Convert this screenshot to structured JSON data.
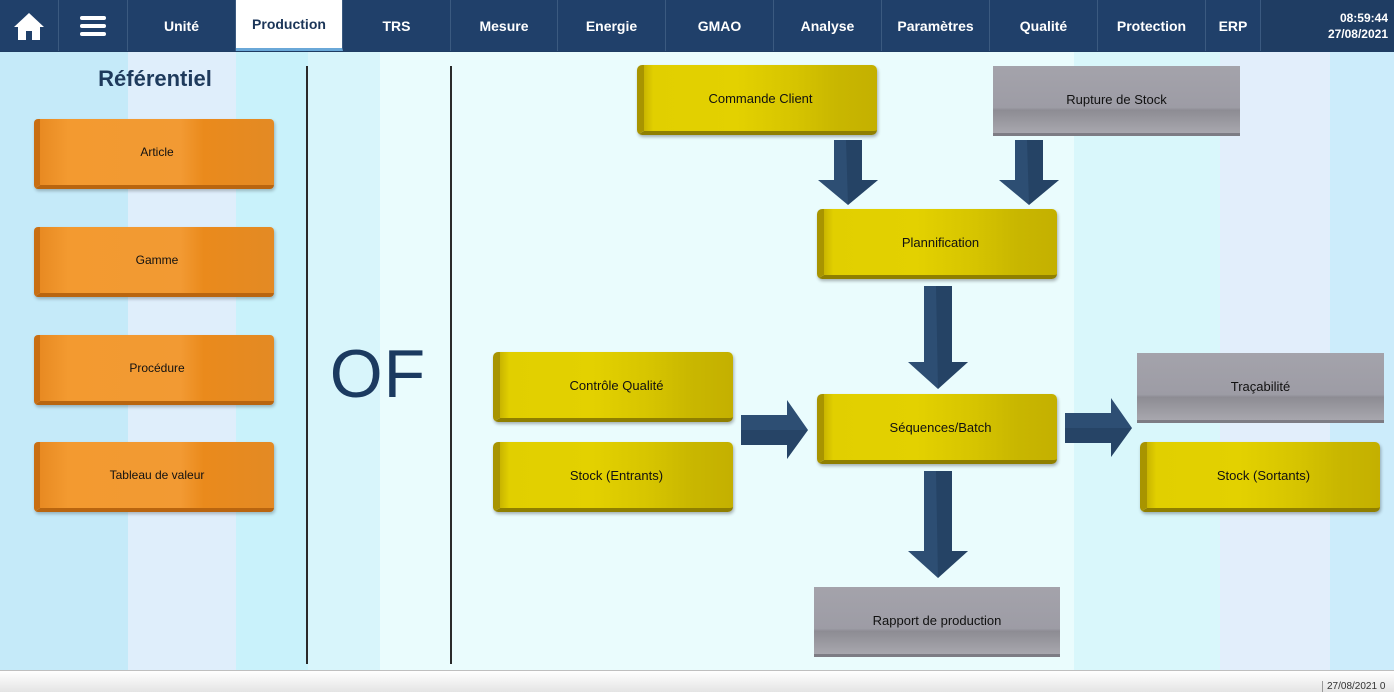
{
  "nav": {
    "home_icon": "home-icon",
    "menu_icon": "hamburger-menu-icon",
    "items": [
      {
        "label": "Unité"
      },
      {
        "label": "Production"
      },
      {
        "label": "TRS"
      },
      {
        "label": "Mesure"
      },
      {
        "label": "Energie"
      },
      {
        "label": "GMAO"
      },
      {
        "label": "Analyse"
      },
      {
        "label": "Paramètres"
      },
      {
        "label": "Qualité"
      },
      {
        "label": "Protection"
      },
      {
        "label": "ERP"
      }
    ],
    "active": "Production",
    "time": "08:59:44",
    "date": "27/08/2021"
  },
  "referentiel": {
    "title": "Référentiel",
    "buttons": [
      {
        "label": "Article"
      },
      {
        "label": "Gamme"
      },
      {
        "label": "Procédure"
      },
      {
        "label": "Tableau de valeur"
      }
    ]
  },
  "of_label": "OF",
  "flow": {
    "commande_client": "Commande Client",
    "rupture_stock": "Rupture de Stock",
    "planification": "Plannification",
    "controle_qualite": "Contrôle Qualité",
    "stock_entrants": "Stock (Entrants)",
    "sequences": "Séquences/Batch",
    "tracabilite": "Traçabilité",
    "stock_sortants": "Stock (Sortants)",
    "rapport": "Rapport de production"
  },
  "footer": {
    "stamp": "27/08/2021 0"
  },
  "colors": {
    "nav_bg": "#1f3d63",
    "orange": "#f29a33",
    "yellow": "#e1cf00",
    "gray": "#a4a3ab",
    "arrow": "#2d4e73",
    "title": "#1e3a5c"
  }
}
